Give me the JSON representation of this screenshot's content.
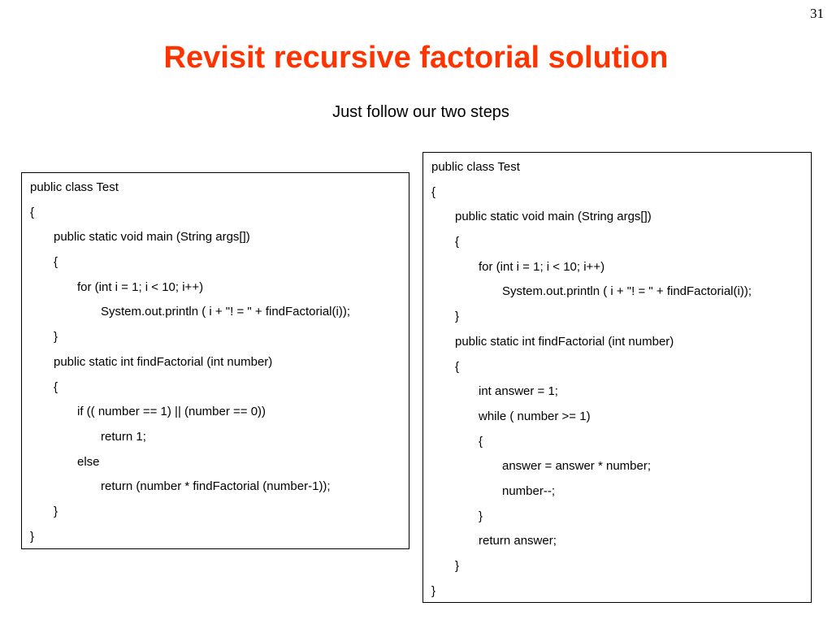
{
  "slide": {
    "number": "31",
    "title": "Revisit recursive factorial solution",
    "subtitle": "Just follow our two steps"
  },
  "left_code": {
    "lines": [
      {
        "indent": 0,
        "text": "public class Test"
      },
      {
        "indent": 0,
        "text": "{"
      },
      {
        "indent": 1,
        "text": "public static void main (String args[])"
      },
      {
        "indent": 1,
        "text": "{"
      },
      {
        "indent": 2,
        "text": "for (int i = 1; i < 10; i++)"
      },
      {
        "indent": 3,
        "text": "System.out.println ( i + \"! = \" + findFactorial(i));"
      },
      {
        "indent": 1,
        "text": "}"
      },
      {
        "indent": 1,
        "text": "public static int findFactorial (int number)"
      },
      {
        "indent": 1,
        "text": "{"
      },
      {
        "indent": 2,
        "text": "if (( number == 1) || (number == 0))"
      },
      {
        "indent": 3,
        "text": "return 1;"
      },
      {
        "indent": 2,
        "text": "else"
      },
      {
        "indent": 3,
        "text": "return (number * findFactorial (number-1));"
      },
      {
        "indent": 1,
        "text": "}"
      },
      {
        "indent": 0,
        "text": "}"
      }
    ]
  },
  "right_code": {
    "lines": [
      {
        "indent": 0,
        "text": "public class Test"
      },
      {
        "indent": 0,
        "text": "{"
      },
      {
        "indent": 1,
        "text": "public static void main (String args[])"
      },
      {
        "indent": 1,
        "text": "{"
      },
      {
        "indent": 2,
        "text": "for (int i = 1; i < 10; i++)"
      },
      {
        "indent": 3,
        "text": "System.out.println ( i + \"! = \" + findFactorial(i));"
      },
      {
        "indent": 1,
        "text": "}"
      },
      {
        "indent": 1,
        "text": "public static int findFactorial (int number)"
      },
      {
        "indent": 1,
        "text": "{"
      },
      {
        "indent": 2,
        "text": "int answer = 1;"
      },
      {
        "indent": 2,
        "text": "while ( number >= 1)"
      },
      {
        "indent": 2,
        "text": "{"
      },
      {
        "indent": 3,
        "text": "answer = answer * number;"
      },
      {
        "indent": 3,
        "text": "number--;"
      },
      {
        "indent": 2,
        "text": "}"
      },
      {
        "indent": 2,
        "text": "return answer;"
      },
      {
        "indent": 1,
        "text": "}"
      },
      {
        "indent": 0,
        "text": "}"
      }
    ]
  },
  "colors": {
    "title": "#ff3300",
    "text": "#000000",
    "border": "#000000",
    "background": "#ffffff"
  }
}
